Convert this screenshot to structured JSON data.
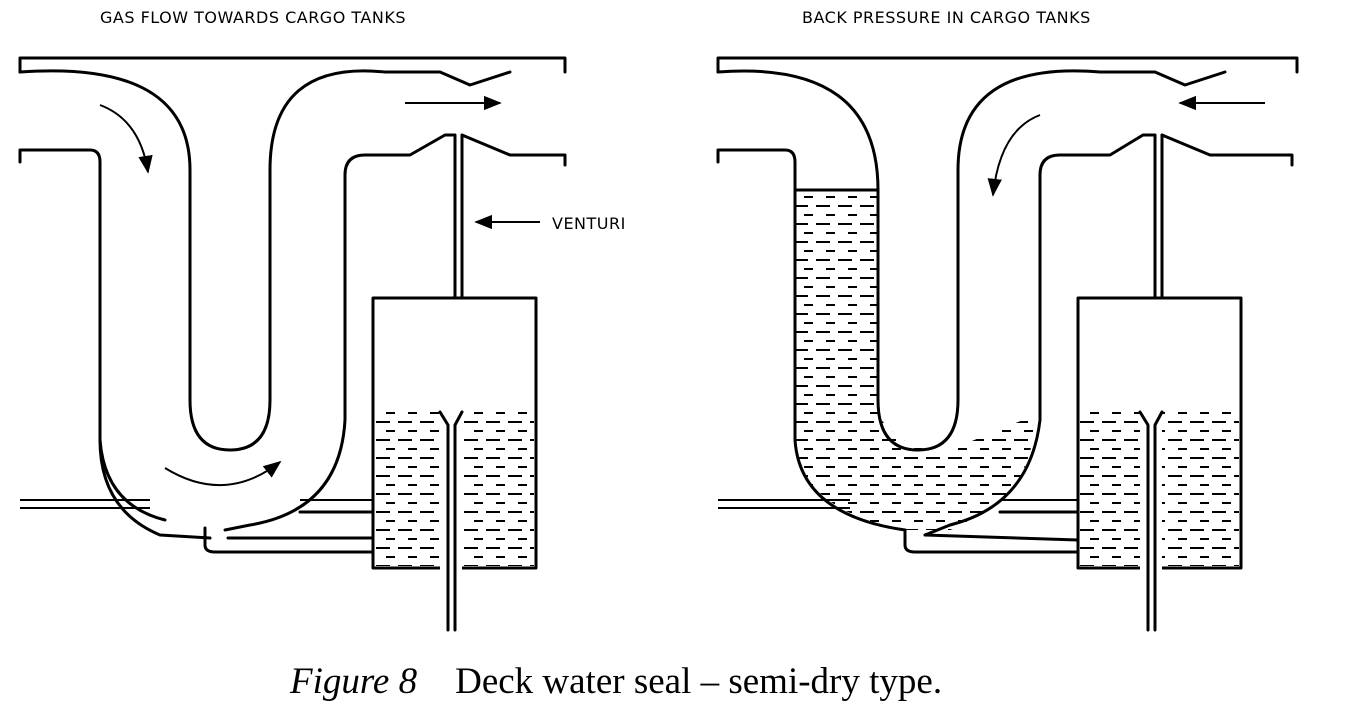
{
  "diagram": {
    "left_panel": {
      "title": "GAS FLOW TOWARDS CARGO TANKS",
      "venturi_label": "VENTURI"
    },
    "right_panel": {
      "title": "BACK PRESSURE IN CARGO TANKS"
    },
    "caption": {
      "figure_number": "Figure 8",
      "text": "Deck water seal – semi-dry type."
    }
  }
}
